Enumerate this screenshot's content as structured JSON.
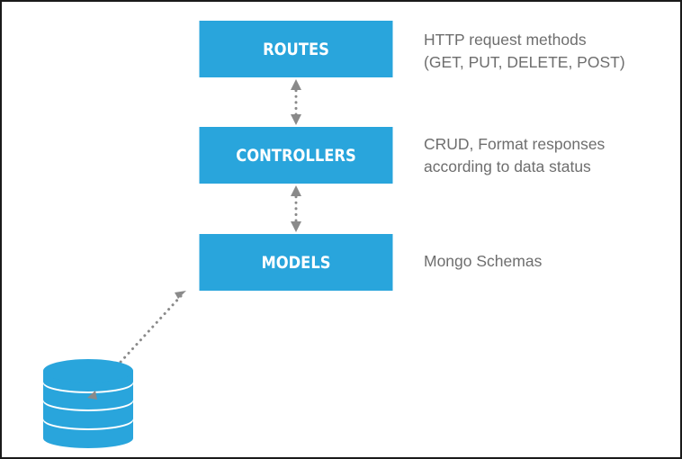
{
  "layers": {
    "routes": {
      "label": "ROUTES",
      "note_line1": "HTTP request methods",
      "note_line2": "(GET, PUT, DELETE, POST)"
    },
    "controllers": {
      "label": "CONTROLLERS",
      "note_line1": "CRUD, Format responses",
      "note_line2": "according to data status"
    },
    "models": {
      "label": "MODELS",
      "note_line1": "Mongo Schemas"
    }
  },
  "database": {
    "icon": "database-icon"
  },
  "colors": {
    "box_fill": "#29a5dc",
    "box_text": "#ffffff",
    "note_text": "#6e6e6e",
    "connector": "#8a8a8a",
    "border": "#1a1a1a"
  }
}
